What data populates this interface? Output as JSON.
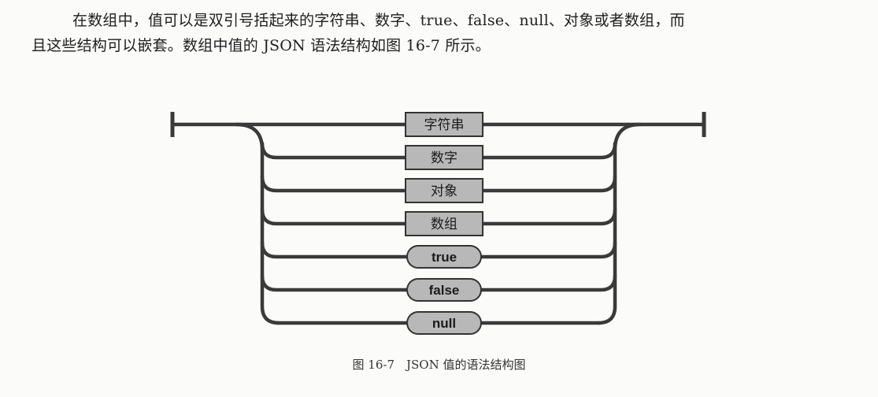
{
  "paragraph": {
    "line1": "在数组中，值可以是双引号括起来的字符串、数字、true、false、null、对象或者数组，而",
    "line2": "且这些结构可以嵌套。数组中值的 JSON 语法结构如图 16-7 所示。"
  },
  "diagram": {
    "choices": [
      {
        "label": "字符串",
        "kind": "box"
      },
      {
        "label": "数字",
        "kind": "box"
      },
      {
        "label": "对象",
        "kind": "box"
      },
      {
        "label": "数组",
        "kind": "box"
      },
      {
        "label": "true",
        "kind": "pill"
      },
      {
        "label": "false",
        "kind": "pill"
      },
      {
        "label": "null",
        "kind": "pill"
      }
    ]
  },
  "caption": "图 16-7　JSON 值的语法结构图"
}
